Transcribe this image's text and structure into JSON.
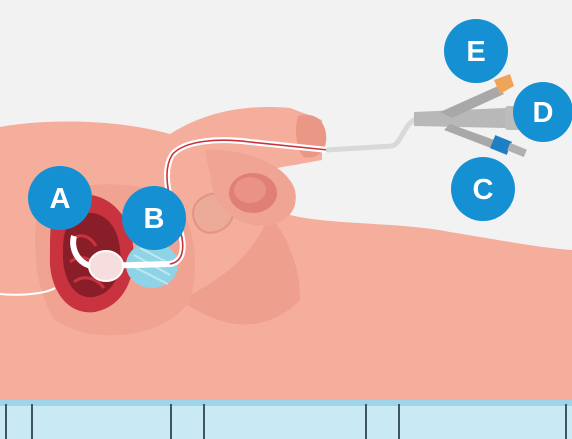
{
  "labels": {
    "a": "A",
    "b": "B",
    "c": "C",
    "d": "D",
    "e": "E"
  },
  "colors": {
    "background": "#f2f2f2",
    "skin": "#f5ad9c",
    "skin_dark": "#e79585",
    "organ_tissue": "#c8333f",
    "organ_inner": "#8a1e28",
    "prostate": "#8fd3e6",
    "catheter_line": "#c8323d",
    "catheter_tube": "#d9d9d9",
    "marker_blue": "#1590d2",
    "table": "#c9e9f5"
  }
}
